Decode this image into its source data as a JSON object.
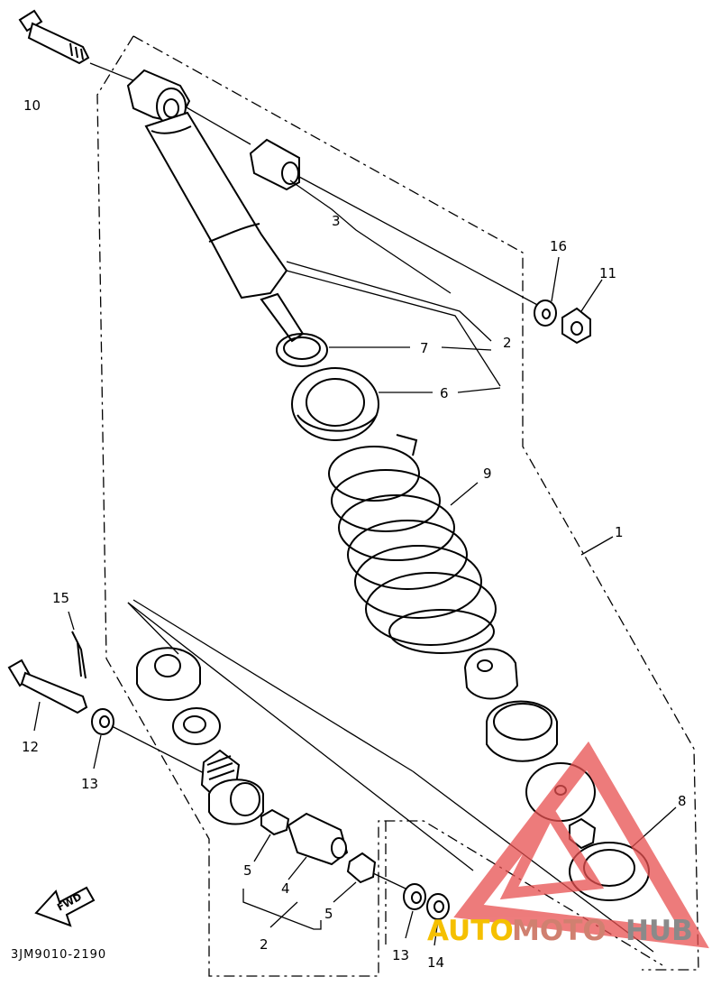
{
  "callouts": {
    "c1": "1",
    "c2a": "2",
    "c2b": "2",
    "c3": "3",
    "c4": "4",
    "c5a": "5",
    "c5b": "5",
    "c6": "6",
    "c7": "7",
    "c8": "8",
    "c9": "9",
    "c10": "10",
    "c11": "11",
    "c12": "12",
    "c13a": "13",
    "c13b": "13",
    "c14": "14",
    "c15": "15",
    "c16": "16"
  },
  "diagram_code": "3JM9010-2190",
  "fwd_label": "FWD",
  "watermark": {
    "part1": "AUTO",
    "part2": "MOTO",
    "part3": "HUB",
    "color1": "#f5c000",
    "color2": "#d08070",
    "color3": "#8a8a8a",
    "logo_color": "#e85050"
  }
}
